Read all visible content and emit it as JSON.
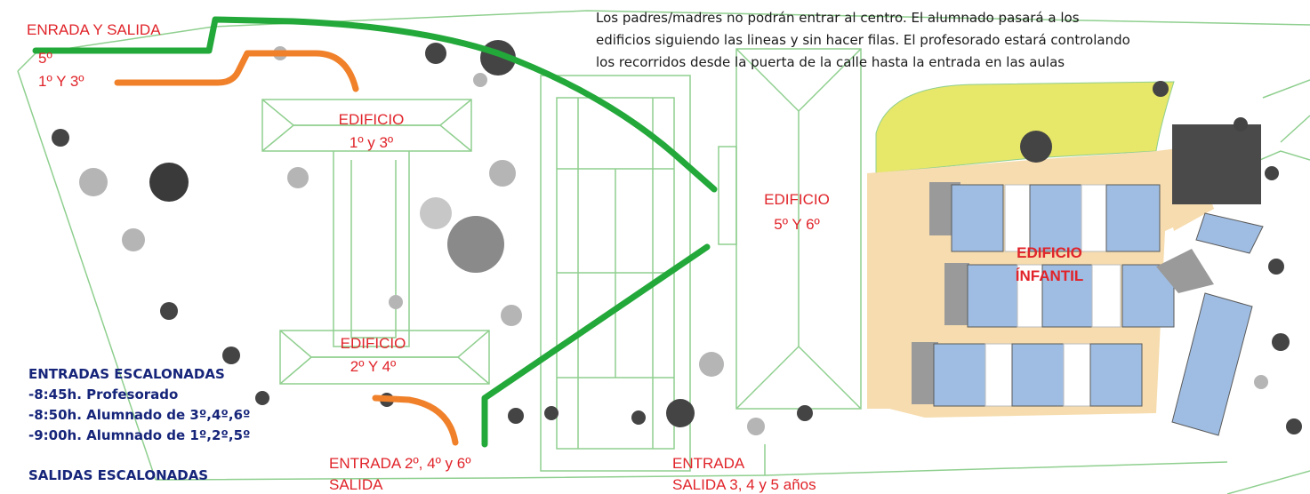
{
  "notice": [
    "Los padres/madres no podrán entrar al centro. El alumnado pasará a los",
    "edificios siguiendo las lineas y sin hacer filas. El profesorado estará controlando",
    "los recorridos desde la puerta de la calle hasta la entrada en las aulas"
  ],
  "gate_top": {
    "title": "ENRADA Y SALIDA",
    "green_label": "5º",
    "orange_label": "1º Y 3º"
  },
  "buildings": {
    "b13": {
      "line1": "EDIFICIO",
      "line2": "1º y 3º"
    },
    "b24": {
      "line1": "EDIFICIO",
      "line2": "2º Y 4º"
    },
    "b56": {
      "line1": "EDIFICIO",
      "line2": "5º Y 6º"
    },
    "infantil": {
      "line1": "EDIFICIO",
      "line2": "ÍNFANTIL"
    }
  },
  "gate_bottom": {
    "line1": "ENTRADA 2º, 4º y 6º",
    "line2": "SALIDA"
  },
  "gate_right": {
    "line1": "ENTRADA",
    "line2": "SALIDA 3, 4 y 5 años"
  },
  "entries": {
    "title": "ENTRADAS ESCALONADAS",
    "rows": [
      "-8:45h. Profesorado",
      "-8:50h. Alumnado de 3º,4º,6º",
      "-9:00h. Alumnado de 1º,2º,5º"
    ]
  },
  "exits": {
    "title": "SALIDAS ESCALONADAS"
  },
  "colors": {
    "route_green": "#23a83a",
    "route_orange": "#f0812a",
    "outline_green": "#8fcf8f",
    "label_red": "#e0242a",
    "schedule_blue": "#16257a",
    "garden_yellow": "#e7e76a",
    "patio_beige": "#f6dcae",
    "classroom_blue": "#9fbde3"
  }
}
